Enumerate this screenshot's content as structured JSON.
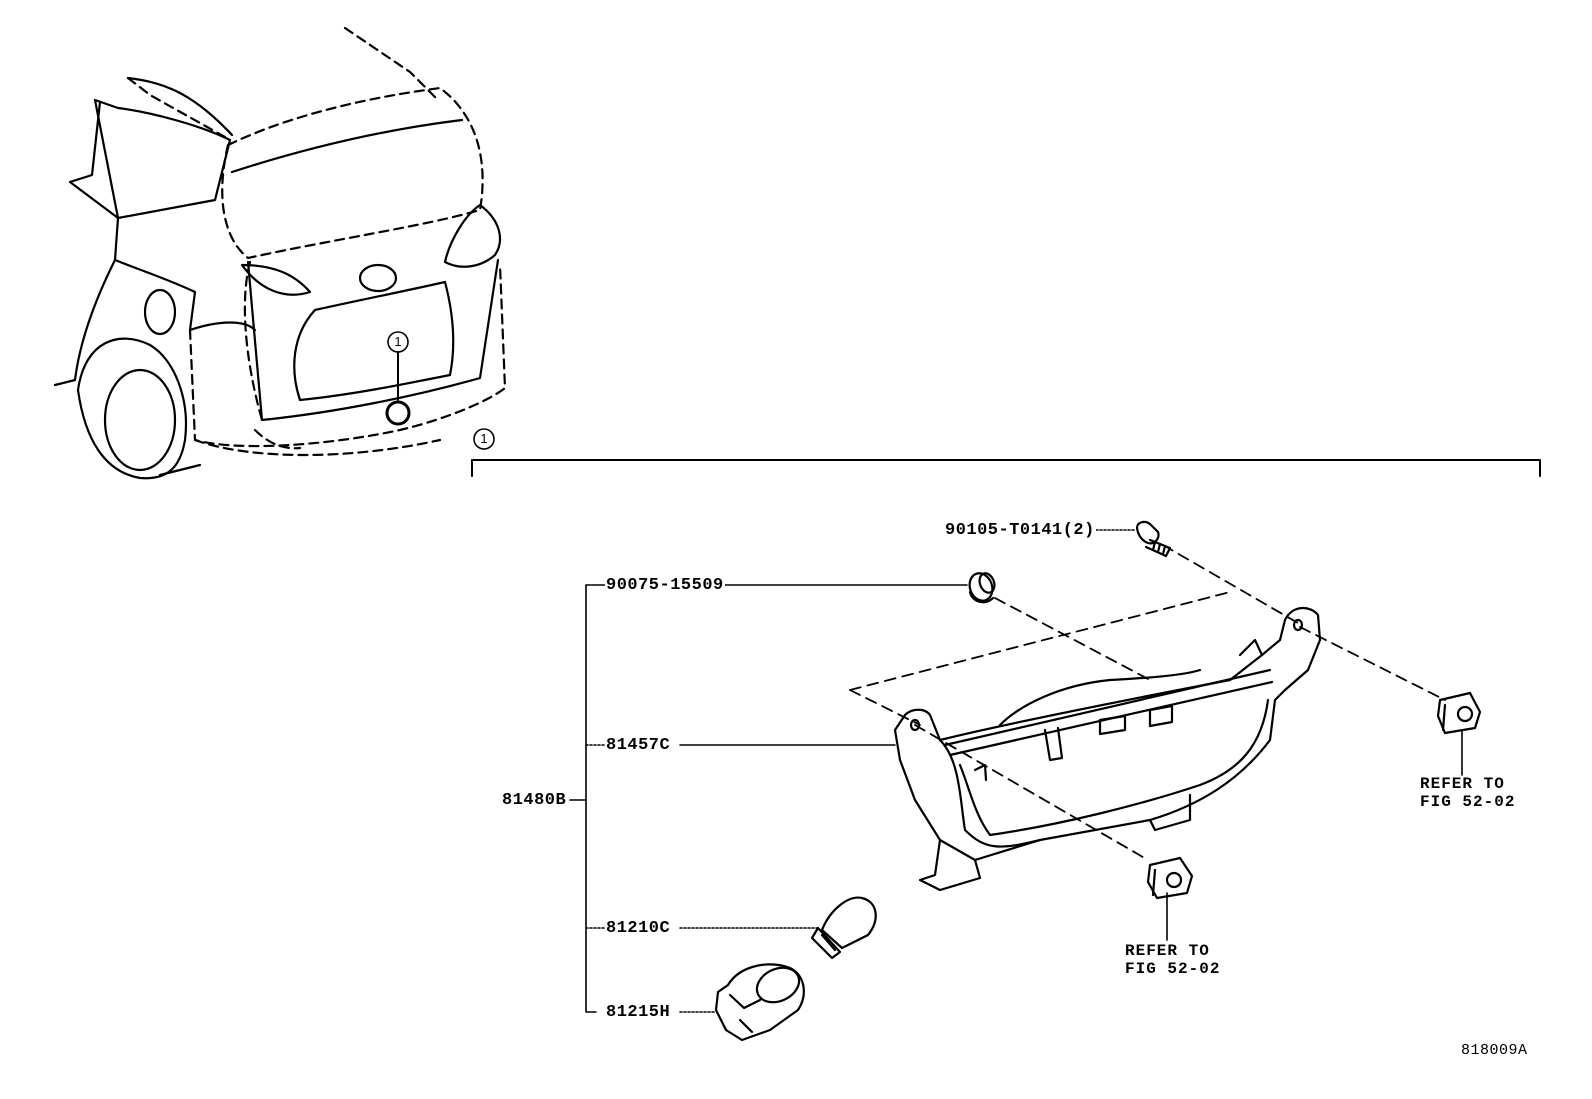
{
  "callout": {
    "number": "1"
  },
  "parts": {
    "bolt": "90105-T0141(2)",
    "grommet": "90075-15509",
    "assembly": "81480B",
    "lens_housing": "81457C",
    "bulb": "81210C",
    "socket": "81215H"
  },
  "refs": {
    "right_line1": "REFER TO",
    "right_line2": "FIG 52-02",
    "bottom_line1": "REFER TO",
    "bottom_line2": "FIG 52-02"
  },
  "figure_id": "818009A"
}
